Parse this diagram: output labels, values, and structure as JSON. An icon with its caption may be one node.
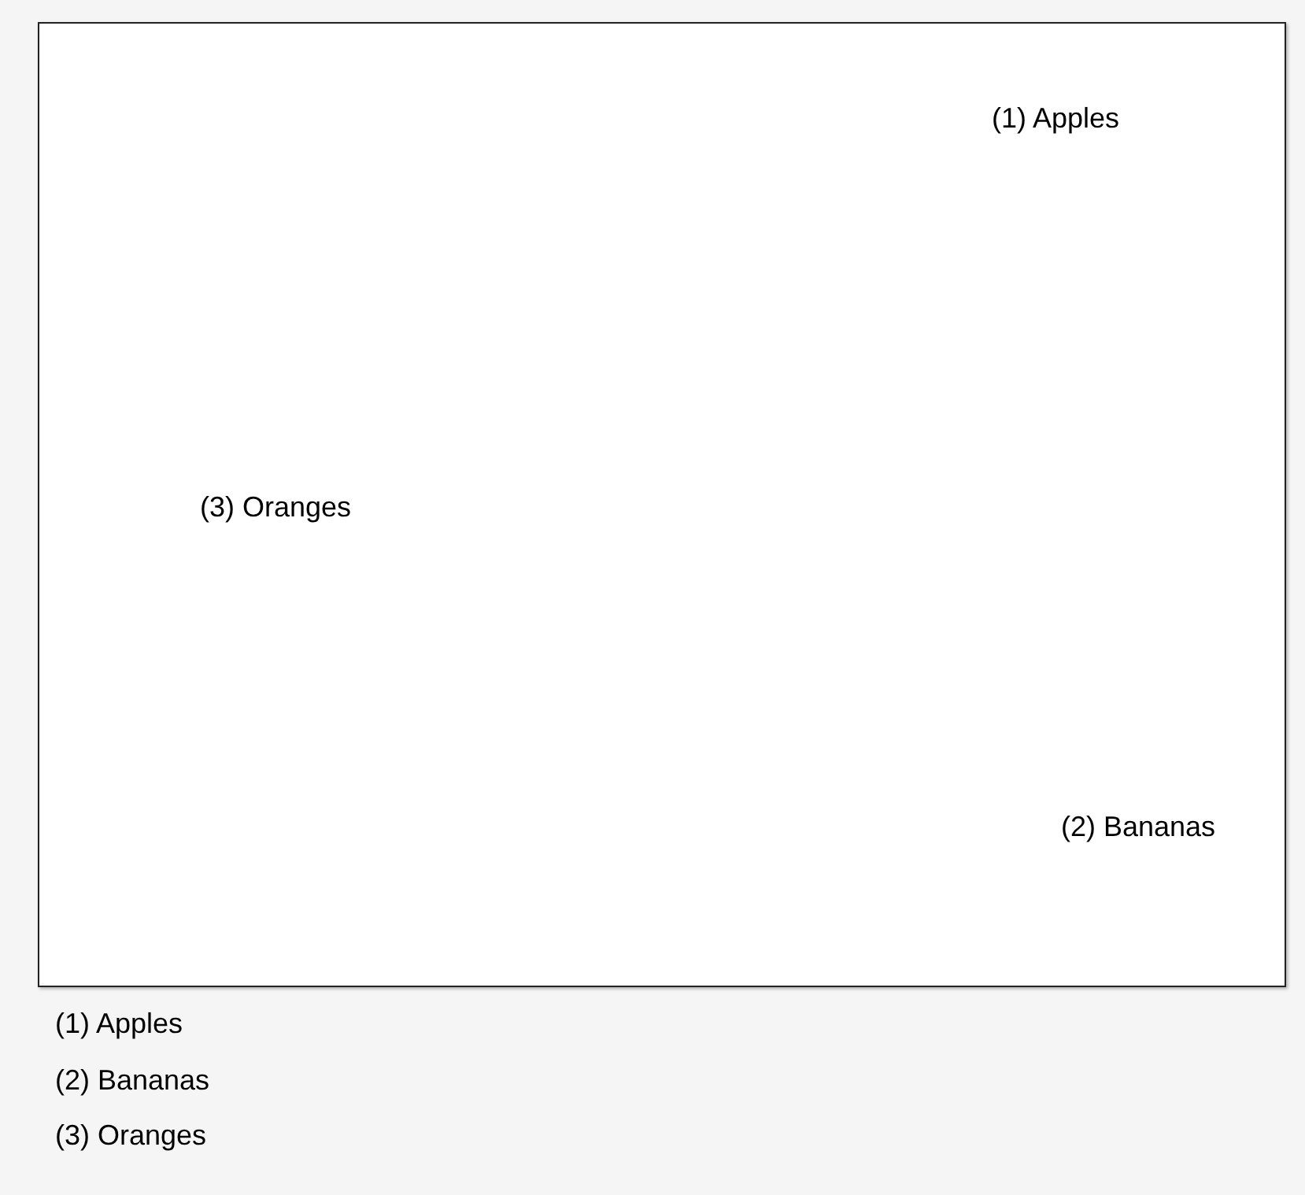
{
  "diagram": {
    "nodes": [
      {
        "text": [
          "(1) Apples",
          "(3) Oranges",
          "(2) Bananas"
        ]
      }
    ],
    "labels": [
      "(1) Apples",
      "(2) Bananas",
      "(3) Oranges"
    ]
  }
}
